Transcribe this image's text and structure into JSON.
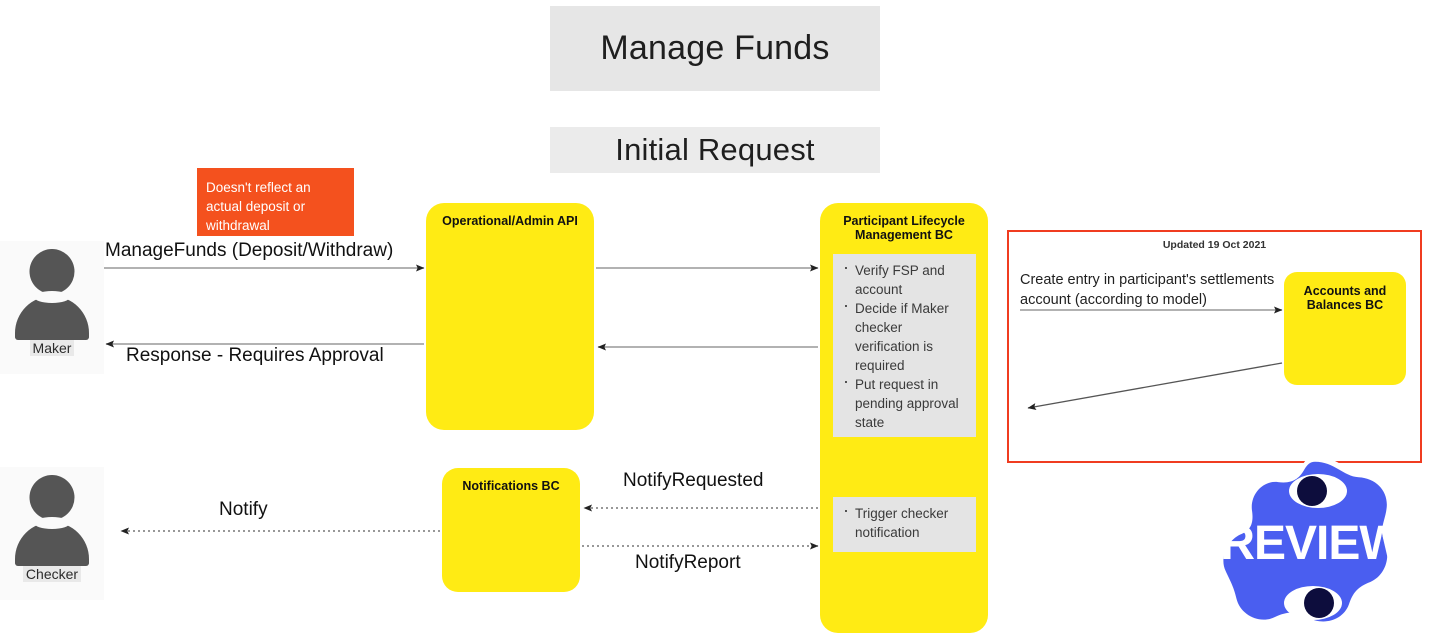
{
  "page": {
    "title": "Manage Funds",
    "subtitle": "Initial Request"
  },
  "notes": {
    "orange_note": "Doesn't reflect an actual deposit or withdrawal"
  },
  "actors": [
    {
      "id": "maker",
      "label": "Maker",
      "icon": "person-icon"
    },
    {
      "id": "checker",
      "label": "Checker",
      "icon": "person-icon"
    }
  ],
  "boxes": {
    "admin_api": {
      "title": "Operational/Admin API",
      "color": "#ffeb14"
    },
    "plm": {
      "title": "Participant Lifecycle Management BC",
      "color": "#ffeb14",
      "top_bullets": [
        "Verify FSP and account",
        "Decide if Maker checker verification is required",
        "Put request in pending approval state"
      ],
      "bottom_bullets": [
        "Trigger checker notification"
      ]
    },
    "notifications": {
      "title": "Notifications BC",
      "color": "#ffeb14"
    },
    "accounts": {
      "title": "Accounts and Balances BC",
      "color": "#ffeb14"
    }
  },
  "flows": {
    "managefunds": "ManageFunds (Deposit/Withdraw)",
    "response": "Response - Requires Approval",
    "notify": "Notify",
    "notify_requested": "NotifyRequested",
    "notify_report": "NotifyReport",
    "settlement_entry": "Create entry in participant's settlements account (according to model)"
  },
  "review_region": {
    "updated_label": "Updated 19 Oct 2021",
    "border_color": "#f03c20"
  },
  "sticker": {
    "label": "REVIEW",
    "color": "#4a5ef0"
  }
}
